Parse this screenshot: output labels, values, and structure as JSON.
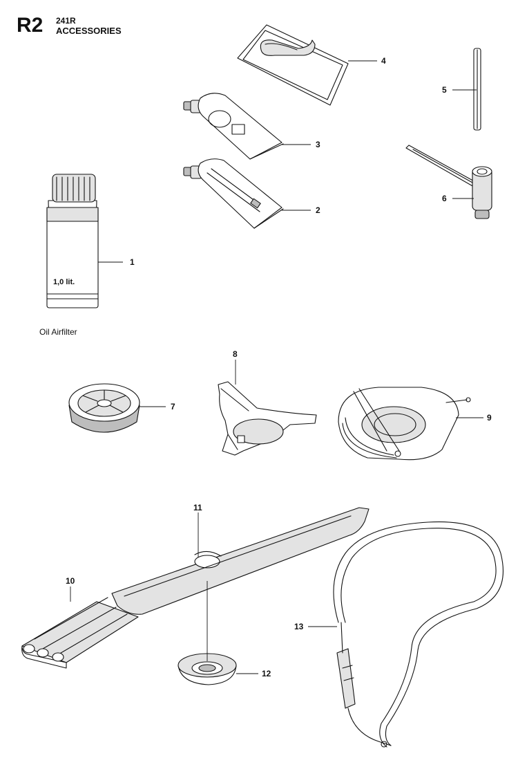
{
  "header": {
    "section_code": "R2",
    "model": "241R",
    "title": "ACCESSORIES"
  },
  "parts": [
    {
      "callout": "1"
    },
    {
      "callout": "2"
    },
    {
      "callout": "3"
    },
    {
      "callout": "4"
    },
    {
      "callout": "5"
    },
    {
      "callout": "6"
    },
    {
      "callout": "7"
    },
    {
      "callout": "8"
    },
    {
      "callout": "9"
    },
    {
      "callout": "10"
    },
    {
      "callout": "11"
    },
    {
      "callout": "12"
    },
    {
      "callout": "13"
    }
  ],
  "labels": {
    "bottle_volume": "1,0 lit.",
    "bottle_caption": "Oil Airfilter"
  }
}
